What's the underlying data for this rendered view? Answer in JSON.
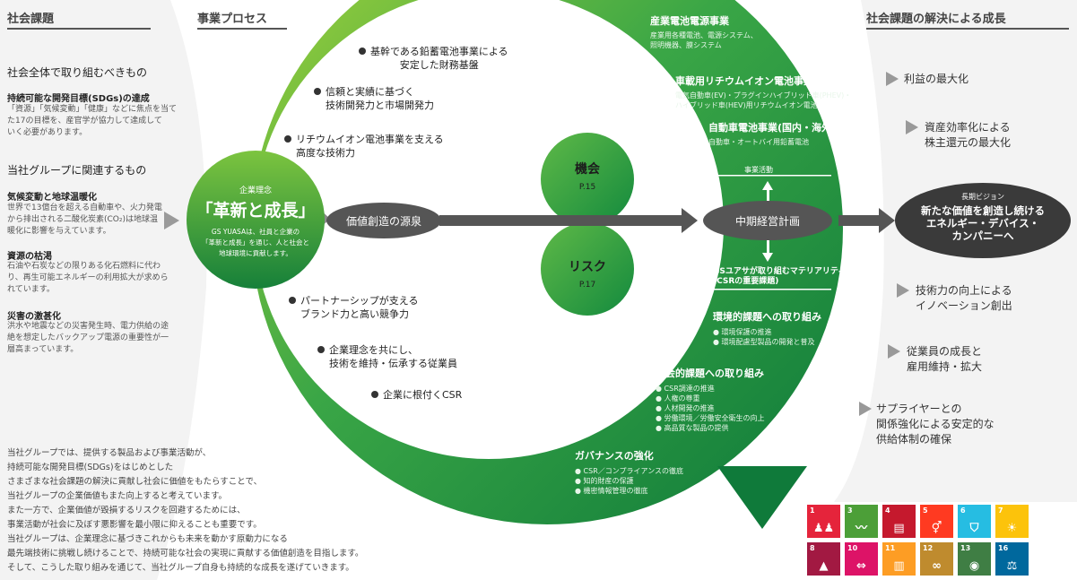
{
  "headers": {
    "left": "社会課題",
    "process": "事業プロセス",
    "right": "社会課題の解決による成長"
  },
  "left": {
    "section1_title": "社会全体で取り組むべきもの",
    "sdgs_title": "持続可能な開発目標(SDGs)の達成",
    "sdgs_text": [
      "「資源」「気候変動」「健康」などに焦点を当て",
      "た17の目標を、産官学が協力して達成して",
      "いく必要があります。"
    ],
    "section2_title": "当社グループに関連するもの",
    "climate_title": "気候変動と地球温暖化",
    "climate_text": [
      "世界で13億台を超える自動車や、火力発電",
      "から排出される二酸化炭素(CO₂)は地球温",
      "暖化に影響を与えています。"
    ],
    "resource_title": "資源の枯渇",
    "resource_text": [
      "石油や石炭などの限りある化石燃料に代わ",
      "り、再生可能エネルギーの利用拡大が求めら",
      "れています。"
    ],
    "disaster_title": "災害の激甚化",
    "disaster_text": [
      "洪水や地震などの災害発生時、電力供給の途",
      "絶を想定したバックアップ電源の重要性が一",
      "層高まっています。"
    ]
  },
  "center": {
    "philosophy_label": "企業理念",
    "philosophy_main": "「革新と成長」",
    "philosophy_text": [
      "GS YUASAは、社員と企業の",
      "「革新と成長」を通じ、人と社会と",
      "地球環境に貢献します。"
    ],
    "source_label": "価値創造の源泉",
    "opportunity_label": "機会",
    "opportunity_page": "P.15",
    "risk_label": "リスク",
    "risk_page": "P.17",
    "plan_label": "中期経営計画",
    "business_activity": "事業活動",
    "materiality": [
      "GSユアサが取り組むマテリアリティ",
      "(CSRの重要課題)"
    ],
    "vision_label": "長期ビジョン",
    "vision_text": [
      "新たな価値を創造し続ける",
      "エネルギー・デバイス・",
      "カンパニーへ"
    ]
  },
  "process_items": [
    {
      "label": [
        "基幹である鉛蓄電池事業による",
        "安定した財務基盤"
      ]
    },
    {
      "label": [
        "信頼と実績に基づく",
        "技術開発力と市場開発力"
      ]
    },
    {
      "label": [
        "リチウムイオン電池事業を支える",
        "高度な技術力"
      ]
    },
    {
      "label": [
        "パートナーシップが支える",
        "ブランド力と高い競争力"
      ]
    },
    {
      "label": [
        "企業理念を共にし、",
        "技術を維持・伝承する従業員"
      ]
    },
    {
      "label": [
        "企業に根付くCSR"
      ]
    }
  ],
  "business": {
    "industrial_title": "産業電池電源事業",
    "industrial_text": [
      "産業用各種電池、電源システム、",
      "照明機器、膜システム"
    ],
    "automotive_li_title": "車載用リチウムイオン電池事業",
    "automotive_li_text": [
      "電気自動車(EV)・プラグインハイブリッド車(PHEV)・",
      "ハイブリッド車(HEV)用リチウムイオン電池"
    ],
    "auto_title": "自動車電池事業(国内・海外)",
    "auto_text": "自動車・オートバイ用鉛蓄電池"
  },
  "materiality_groups": {
    "env_title": "環境的課題への取り組み",
    "env_items": [
      "環境保護の推進",
      "環境配慮型製品の開発と普及"
    ],
    "social_title": "社会的課題への取り組み",
    "social_items": [
      "CSR調達の推進",
      "人権の尊重",
      "人材開発の推進",
      "労働環境／労働安全衛生の向上",
      "高品質な製品の提供"
    ],
    "gov_title": "ガバナンスの強化",
    "gov_items": [
      "CSR／コンプライアンスの徹底",
      "知的財産の保護",
      "機密情報管理の徹底"
    ]
  },
  "results": [
    {
      "label": [
        "利益の最大化"
      ]
    },
    {
      "label": [
        "資産効率化による",
        "株主還元の最大化"
      ]
    },
    {
      "label": [
        "技術力の向上による",
        "イノベーション創出"
      ]
    },
    {
      "label": [
        "従業員の成長と",
        "雇用維持・拡大"
      ]
    },
    {
      "label": [
        "サプライヤーとの",
        "関係強化による安定的な",
        "供給体制の確保"
      ]
    }
  ],
  "bottom_text": [
    "当社グループでは、提供する製品および事業活動が、",
    "持続可能な開発目標(SDGs)をはじめとした",
    "さまざまな社会課題の解決に貢献し社会に価値をもたらすことで、",
    "当社グループの企業価値もまた向上すると考えています。",
    "また一方で、企業価値が毀損するリスクを回避するためには、",
    "事業活動が社会に及ぼす悪影響を最小限に抑えることも重要です。",
    "当社グループは、企業理念に基づきこれからも未来を動かす原動力になる",
    "最先端技術に挑戦し続けることで、持続可能な社会の実現に貢献する価値創造を目指します。",
    "そして、こうした取り組みを通じて、当社グループ自身も持続的な成長を遂げていきます。"
  ],
  "sdgs": [
    {
      "num": "1",
      "color": "#e5243b",
      "glyph": "♟♟"
    },
    {
      "num": "3",
      "color": "#4c9f38",
      "glyph": "〰"
    },
    {
      "num": "4",
      "color": "#c5192d",
      "glyph": "▤"
    },
    {
      "num": "5",
      "color": "#ff3a21",
      "glyph": "⚥"
    },
    {
      "num": "6",
      "color": "#26bde2",
      "glyph": "⛉"
    },
    {
      "num": "7",
      "color": "#fcc30b",
      "glyph": "☀"
    },
    {
      "num": "8",
      "color": "#a21942",
      "glyph": "▲"
    },
    {
      "num": "10",
      "color": "#dd1367",
      "glyph": "⇔"
    },
    {
      "num": "11",
      "color": "#fd9d24",
      "glyph": "▥"
    },
    {
      "num": "12",
      "color": "#bf8b2e",
      "glyph": "∞"
    },
    {
      "num": "13",
      "color": "#3f7e44",
      "glyph": "◉"
    },
    {
      "num": "16",
      "color": "#00689d",
      "glyph": "⚖"
    }
  ],
  "colors": {
    "green_dark": "#1a8a3c",
    "green_light": "#8cc63f",
    "grey_oval": "#555555",
    "vision_oval": "#3a3a3a"
  }
}
